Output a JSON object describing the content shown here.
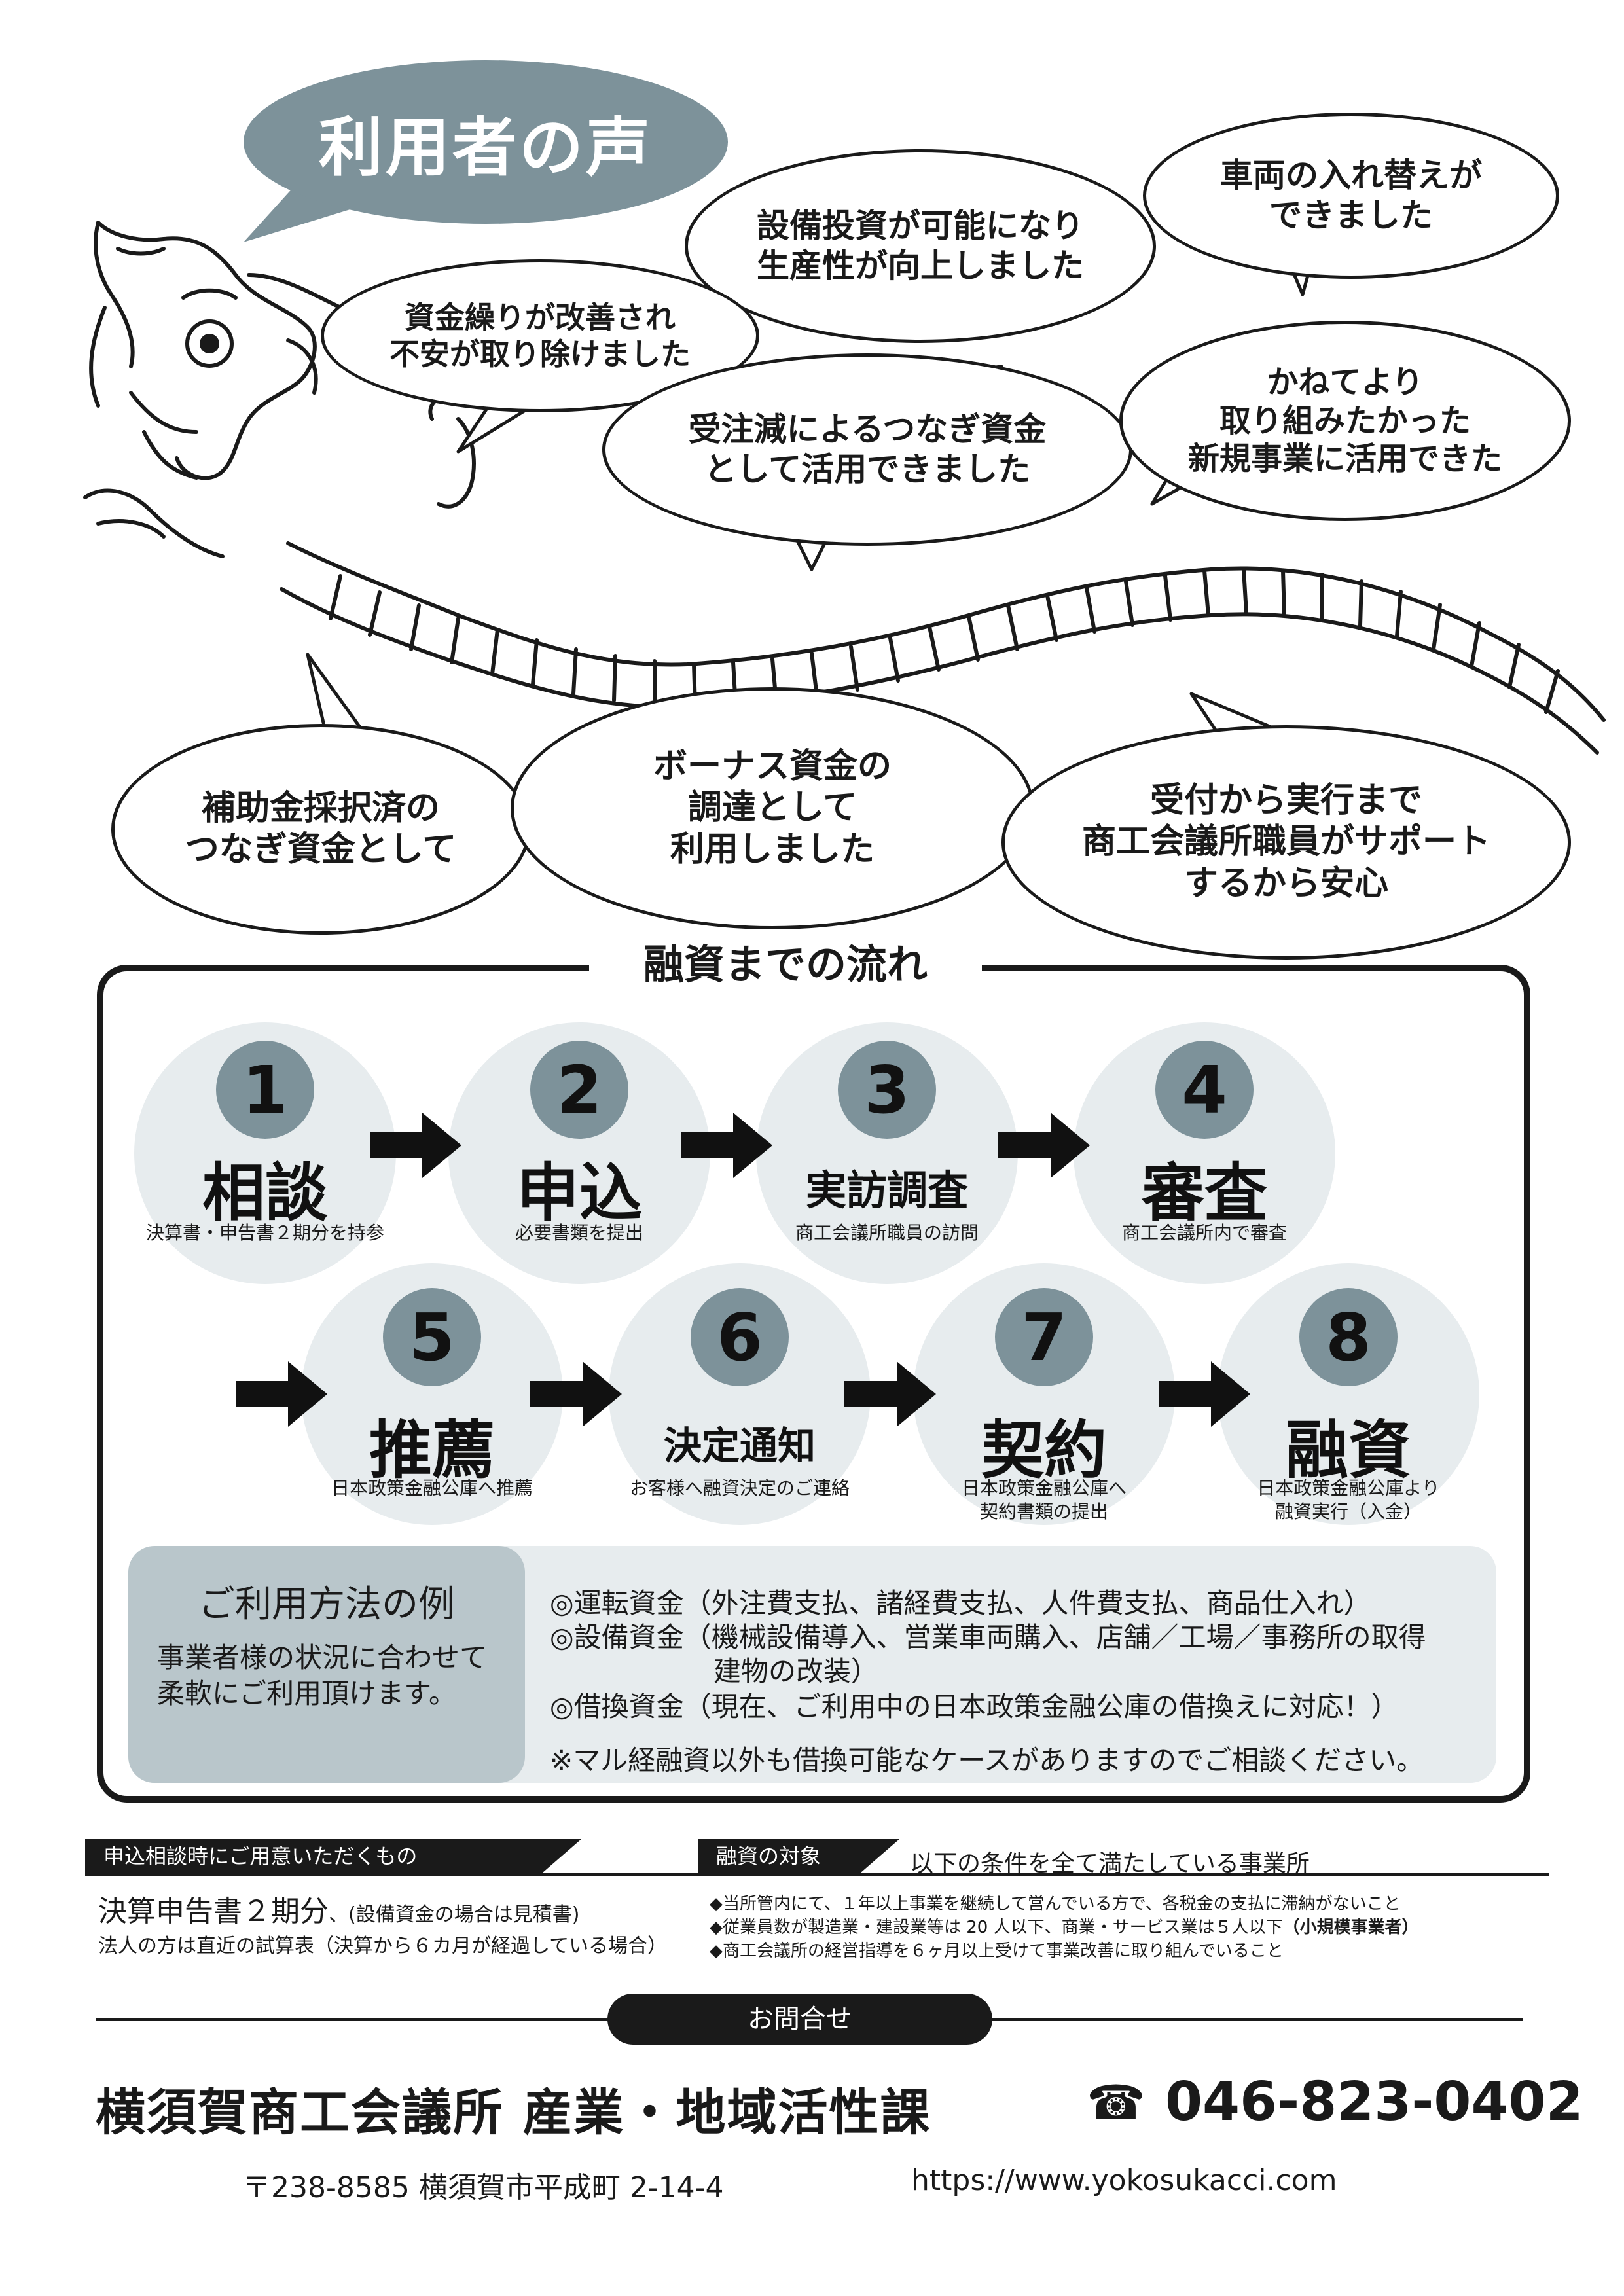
{
  "header": {
    "title": "利用者の声"
  },
  "bubbles": [
    "設備投資が可能になり\n生産性が向上しました",
    "車両の入れ替えが\nできました",
    "資金繰りが改善され\n不安が取り除けました",
    "受注減によるつなぎ資金\nとして活用できました",
    "かねてより\n取り組みたかった\n新規事業に活用できた",
    "補助金採択済の\nつなぎ資金として",
    "ボーナス資金の\n調達として\n利用しました",
    "受付から実行まで\n商工会議所職員がサポート\nするから安心"
  ],
  "flow": {
    "title": "融資までの流れ",
    "steps": [
      {
        "num": "1",
        "name": "相談",
        "desc": "決算書・申告書２期分を持参"
      },
      {
        "num": "2",
        "name": "申込",
        "desc": "必要書類を提出"
      },
      {
        "num": "3",
        "name": "実訪調査",
        "desc": "商工会議所職員の訪問"
      },
      {
        "num": "4",
        "name": "審査",
        "desc": "商工会議所内で審査"
      },
      {
        "num": "5",
        "name": "推薦",
        "desc": "日本政策金融公庫へ推薦"
      },
      {
        "num": "6",
        "name": "決定通知",
        "desc": "お客様へ融資決定のご連絡"
      },
      {
        "num": "7",
        "name": "契約",
        "desc": "日本政策金融公庫へ\n契約書類の提出"
      },
      {
        "num": "8",
        "name": "融資",
        "desc": "日本政策金融公庫より\n融資実行（入金）"
      }
    ]
  },
  "usage": {
    "title": "ご利用方法の例",
    "subtitle": "事業者様の状況に合わせて\n柔軟にご利用頂けます。",
    "items": [
      "◎運転資金（外注費支払、諸経費支払、人件費支払、商品仕入れ）",
      "◎設備資金（機械設備導入、営業車両購入、店舗／工場／事務所の取得",
      "建物の改装）",
      "◎借換資金（現在、ご利用中の日本政策金融公庫の借換えに対応！）"
    ],
    "note": "※マル経融資以外も借換可能なケースがありますのでご相談ください。"
  },
  "prepare": {
    "label": "申込相談時にご用意いただくもの",
    "main": "決算申告書２期分",
    "main_note": "、(設備資金の場合は見積書)",
    "sub": "法人の方は直近の試算表（決算から６カ月が経過している場合）"
  },
  "target": {
    "label": "融資の対象",
    "heading": "以下の条件を全て満たしている事業所",
    "conditions": [
      "◆当所管内にて、１年以上事業を継続して営んでいる方で、各税金の支払に滞納がないこと",
      "◆従業員数が製造業・建設業等は 20 人以下、商業・サービス業は５人以下",
      "◆商工会議所の経営指導を６ヶ月以上受けて事業改善に取り組んでいること"
    ],
    "small_biz": "（小規模事業者）"
  },
  "contact": {
    "label": "お問合せ",
    "org": "横須賀商工会議所 産業・地域活性課",
    "phone_icon": "☎",
    "phone": "046-823-0402",
    "address": "〒238-8585 横須賀市平成町 2-14-4",
    "url": "https://www.yokosukacci.com"
  },
  "colors": {
    "accent": "#7d929a",
    "light": "#e7ecee",
    "mid": "#b9c6cb",
    "ink": "#1a1a1a"
  }
}
